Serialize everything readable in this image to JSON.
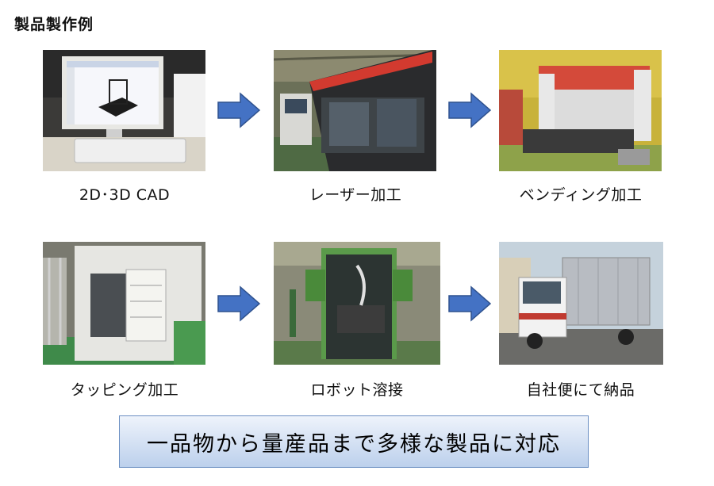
{
  "title": "製品製作例",
  "steps": [
    {
      "caption": "2D･3D CAD",
      "icon": "cad-workstation-photo"
    },
    {
      "caption": "レーザー加工",
      "icon": "laser-machine-photo"
    },
    {
      "caption": "ベンディング加工",
      "icon": "bending-press-photo"
    },
    {
      "caption": "タッピング加工",
      "icon": "tapping-machine-photo"
    },
    {
      "caption": "ロボット溶接",
      "icon": "robot-welding-photo"
    },
    {
      "caption": "自社便にて納品",
      "icon": "delivery-truck-photo"
    }
  ],
  "banner": "一品物から量産品まで多様な製品に対応",
  "colors": {
    "arrow": "#4472c4",
    "banner_border": "#6b8fc2"
  }
}
